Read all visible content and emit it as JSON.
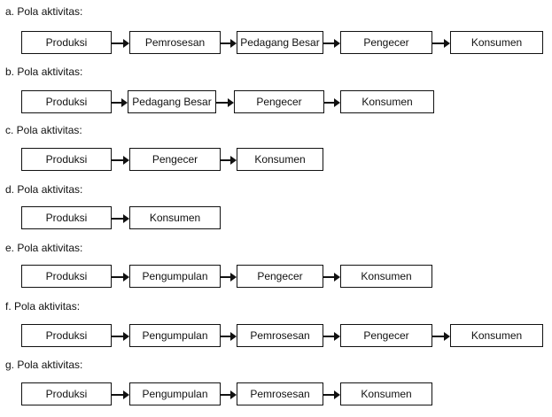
{
  "patterns": [
    {
      "label": "a. Pola aktivitas:",
      "steps": [
        "Produksi",
        "Pemrosesan",
        "Pedagang Besar",
        "Pengecer",
        "Konsumen"
      ]
    },
    {
      "label": "b. Pola aktivitas:",
      "steps": [
        "Produksi",
        "Pedagang Besar",
        "Pengecer",
        "Konsumen"
      ]
    },
    {
      "label": "c. Pola aktivitas:",
      "steps": [
        "Produksi",
        "Pengecer",
        "Konsumen"
      ]
    },
    {
      "label": "d. Pola aktivitas:",
      "steps": [
        "Produksi",
        "Konsumen"
      ]
    },
    {
      "label": "e. Pola aktivitas:",
      "steps": [
        "Produksi",
        "Pengumpulan",
        "Pengecer",
        "Konsumen"
      ]
    },
    {
      "label": "f. Pola aktivitas:",
      "steps": [
        "Produksi",
        "Pengumpulan",
        "Pemrosesan",
        "Pengecer",
        "Konsumen"
      ]
    },
    {
      "label": "g. Pola aktivitas:",
      "steps": [
        "Produksi",
        "Pengumpulan",
        "Pemrosesan",
        "Konsumen"
      ]
    }
  ]
}
